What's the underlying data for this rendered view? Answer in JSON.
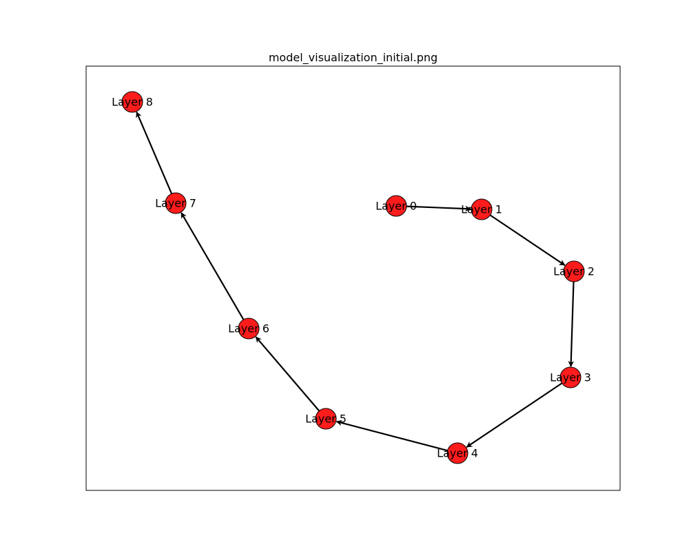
{
  "figure": {
    "title": "model_visualization_initial.png"
  },
  "colors": {
    "node_fill": "#ff1c1c",
    "node_stroke": "#000000",
    "edge": "#000000",
    "frame": "#000000",
    "background": "#ffffff"
  },
  "graph": {
    "directed": true,
    "nodes": [
      {
        "id": "n0",
        "label": "Layer 0"
      },
      {
        "id": "n1",
        "label": "Layer 1"
      },
      {
        "id": "n2",
        "label": "Layer 2"
      },
      {
        "id": "n3",
        "label": "Layer 3"
      },
      {
        "id": "n4",
        "label": "Layer 4"
      },
      {
        "id": "n5",
        "label": "Layer 5"
      },
      {
        "id": "n6",
        "label": "Layer 6"
      },
      {
        "id": "n7",
        "label": "Layer 7"
      },
      {
        "id": "n8",
        "label": "Layer 8"
      }
    ],
    "edges": [
      {
        "from": "n0",
        "to": "n1"
      },
      {
        "from": "n1",
        "to": "n2"
      },
      {
        "from": "n2",
        "to": "n3"
      },
      {
        "from": "n3",
        "to": "n4"
      },
      {
        "from": "n4",
        "to": "n5"
      },
      {
        "from": "n5",
        "to": "n6"
      },
      {
        "from": "n6",
        "to": "n7"
      },
      {
        "from": "n7",
        "to": "n8"
      }
    ]
  }
}
